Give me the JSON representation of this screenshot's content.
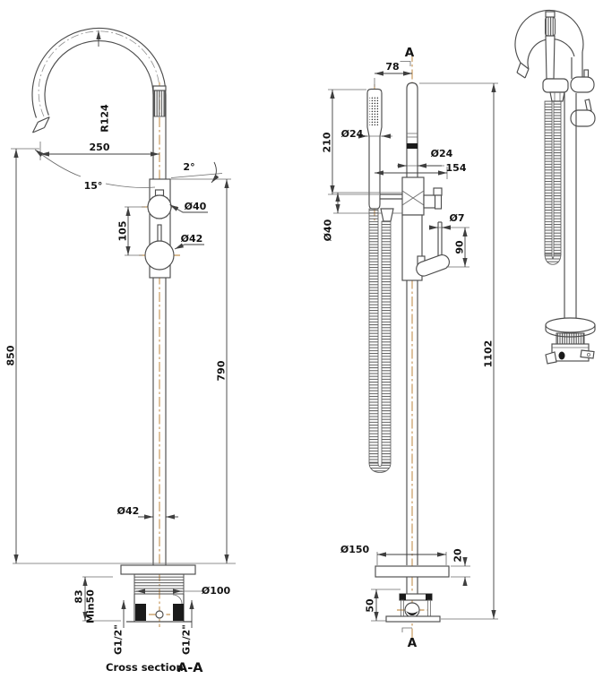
{
  "caption": {
    "prefix": "Cross section",
    "section": "A-A"
  },
  "colors": {
    "line": "#4d4d4d",
    "dimension": "#3f3f3f",
    "centerline": "#b5782a",
    "text": "#141414"
  },
  "side_view": {
    "labels": {
      "spout_radius": "R124",
      "spout_reach": "250",
      "tilt_top": "2°",
      "tilt_spout": "15°",
      "upper_knob_dia": "Ø40",
      "knob_spacing": "105",
      "lower_knob_dia": "Ø42",
      "height_overall": "850",
      "height_column": "790",
      "column_dia": "Ø42",
      "escutcheon_dia": "Ø100",
      "below_floor": "83",
      "floor_min": "Min50",
      "inlet_left": "G1/2\"",
      "inlet_right": "G1/2\""
    }
  },
  "front_view": {
    "labels": {
      "section_top": "A",
      "section_bottom": "A",
      "shower_offset": "78",
      "shower_length": "210",
      "shower_dia": "Ø24",
      "riser_dia": "Ø24",
      "spread": "154",
      "body_dia": "Ø40",
      "lever_dia": "Ø7",
      "lever_length": "90",
      "height_total": "1102",
      "base_plate_dia": "Ø150",
      "base_plate_thk": "20",
      "bracket_height": "50"
    }
  }
}
